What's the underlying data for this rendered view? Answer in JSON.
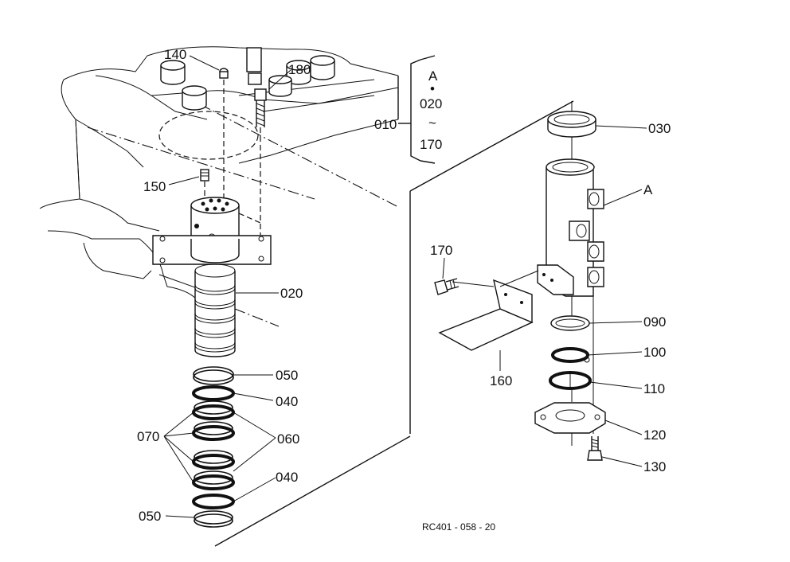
{
  "diagram_code": "RC401 - 058 - 20",
  "group_bracket": {
    "main_label": "010",
    "lines": [
      "A",
      "•",
      "020",
      "~",
      "170"
    ]
  },
  "labels": {
    "p140": "140",
    "p180": "180",
    "p150": "150",
    "p020": "020",
    "p050_top": "050",
    "p040_top": "040",
    "p070": "070",
    "p060": "060",
    "p040_bottom": "040",
    "p050_bottom": "050",
    "p030": "030",
    "pA": "A",
    "p170": "170",
    "p160": "160",
    "p090": "090",
    "p100": "100",
    "p110": "110",
    "p120": "120",
    "p130": "130"
  }
}
